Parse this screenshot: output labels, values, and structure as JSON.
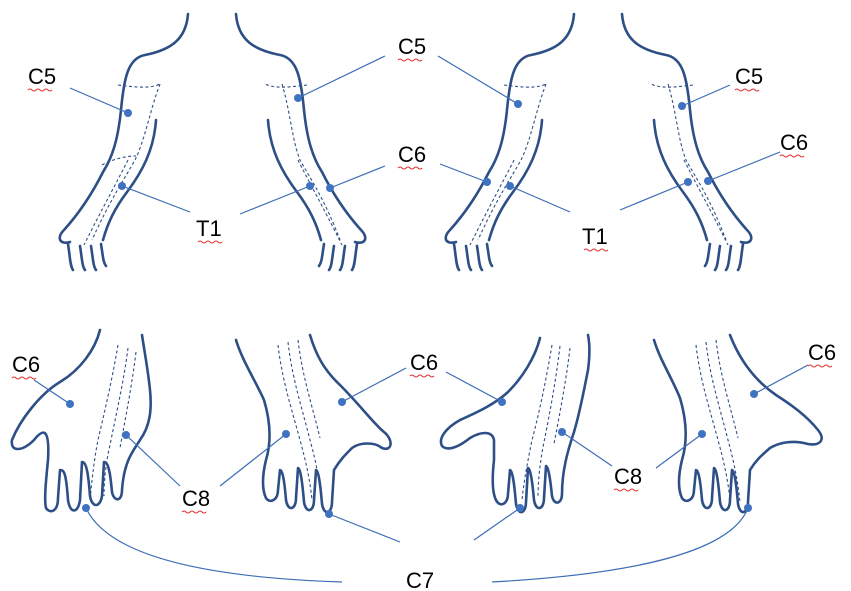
{
  "labels": {
    "c5_a": "C5",
    "c5_b": "C5",
    "c5_c": "C5",
    "c6_a": "C6",
    "c6_b": "C6",
    "t1_a": "T1",
    "t1_b": "T1",
    "c6_h1": "C6",
    "c6_h2": "C6",
    "c6_h3": "C6",
    "c8_a": "C8",
    "c8_b": "C8",
    "c7": "C7"
  },
  "colors": {
    "outline": "#2d4f86",
    "dot": "#3f72c0",
    "leader": "#3b6db5",
    "spellcheck": "#e03030"
  }
}
